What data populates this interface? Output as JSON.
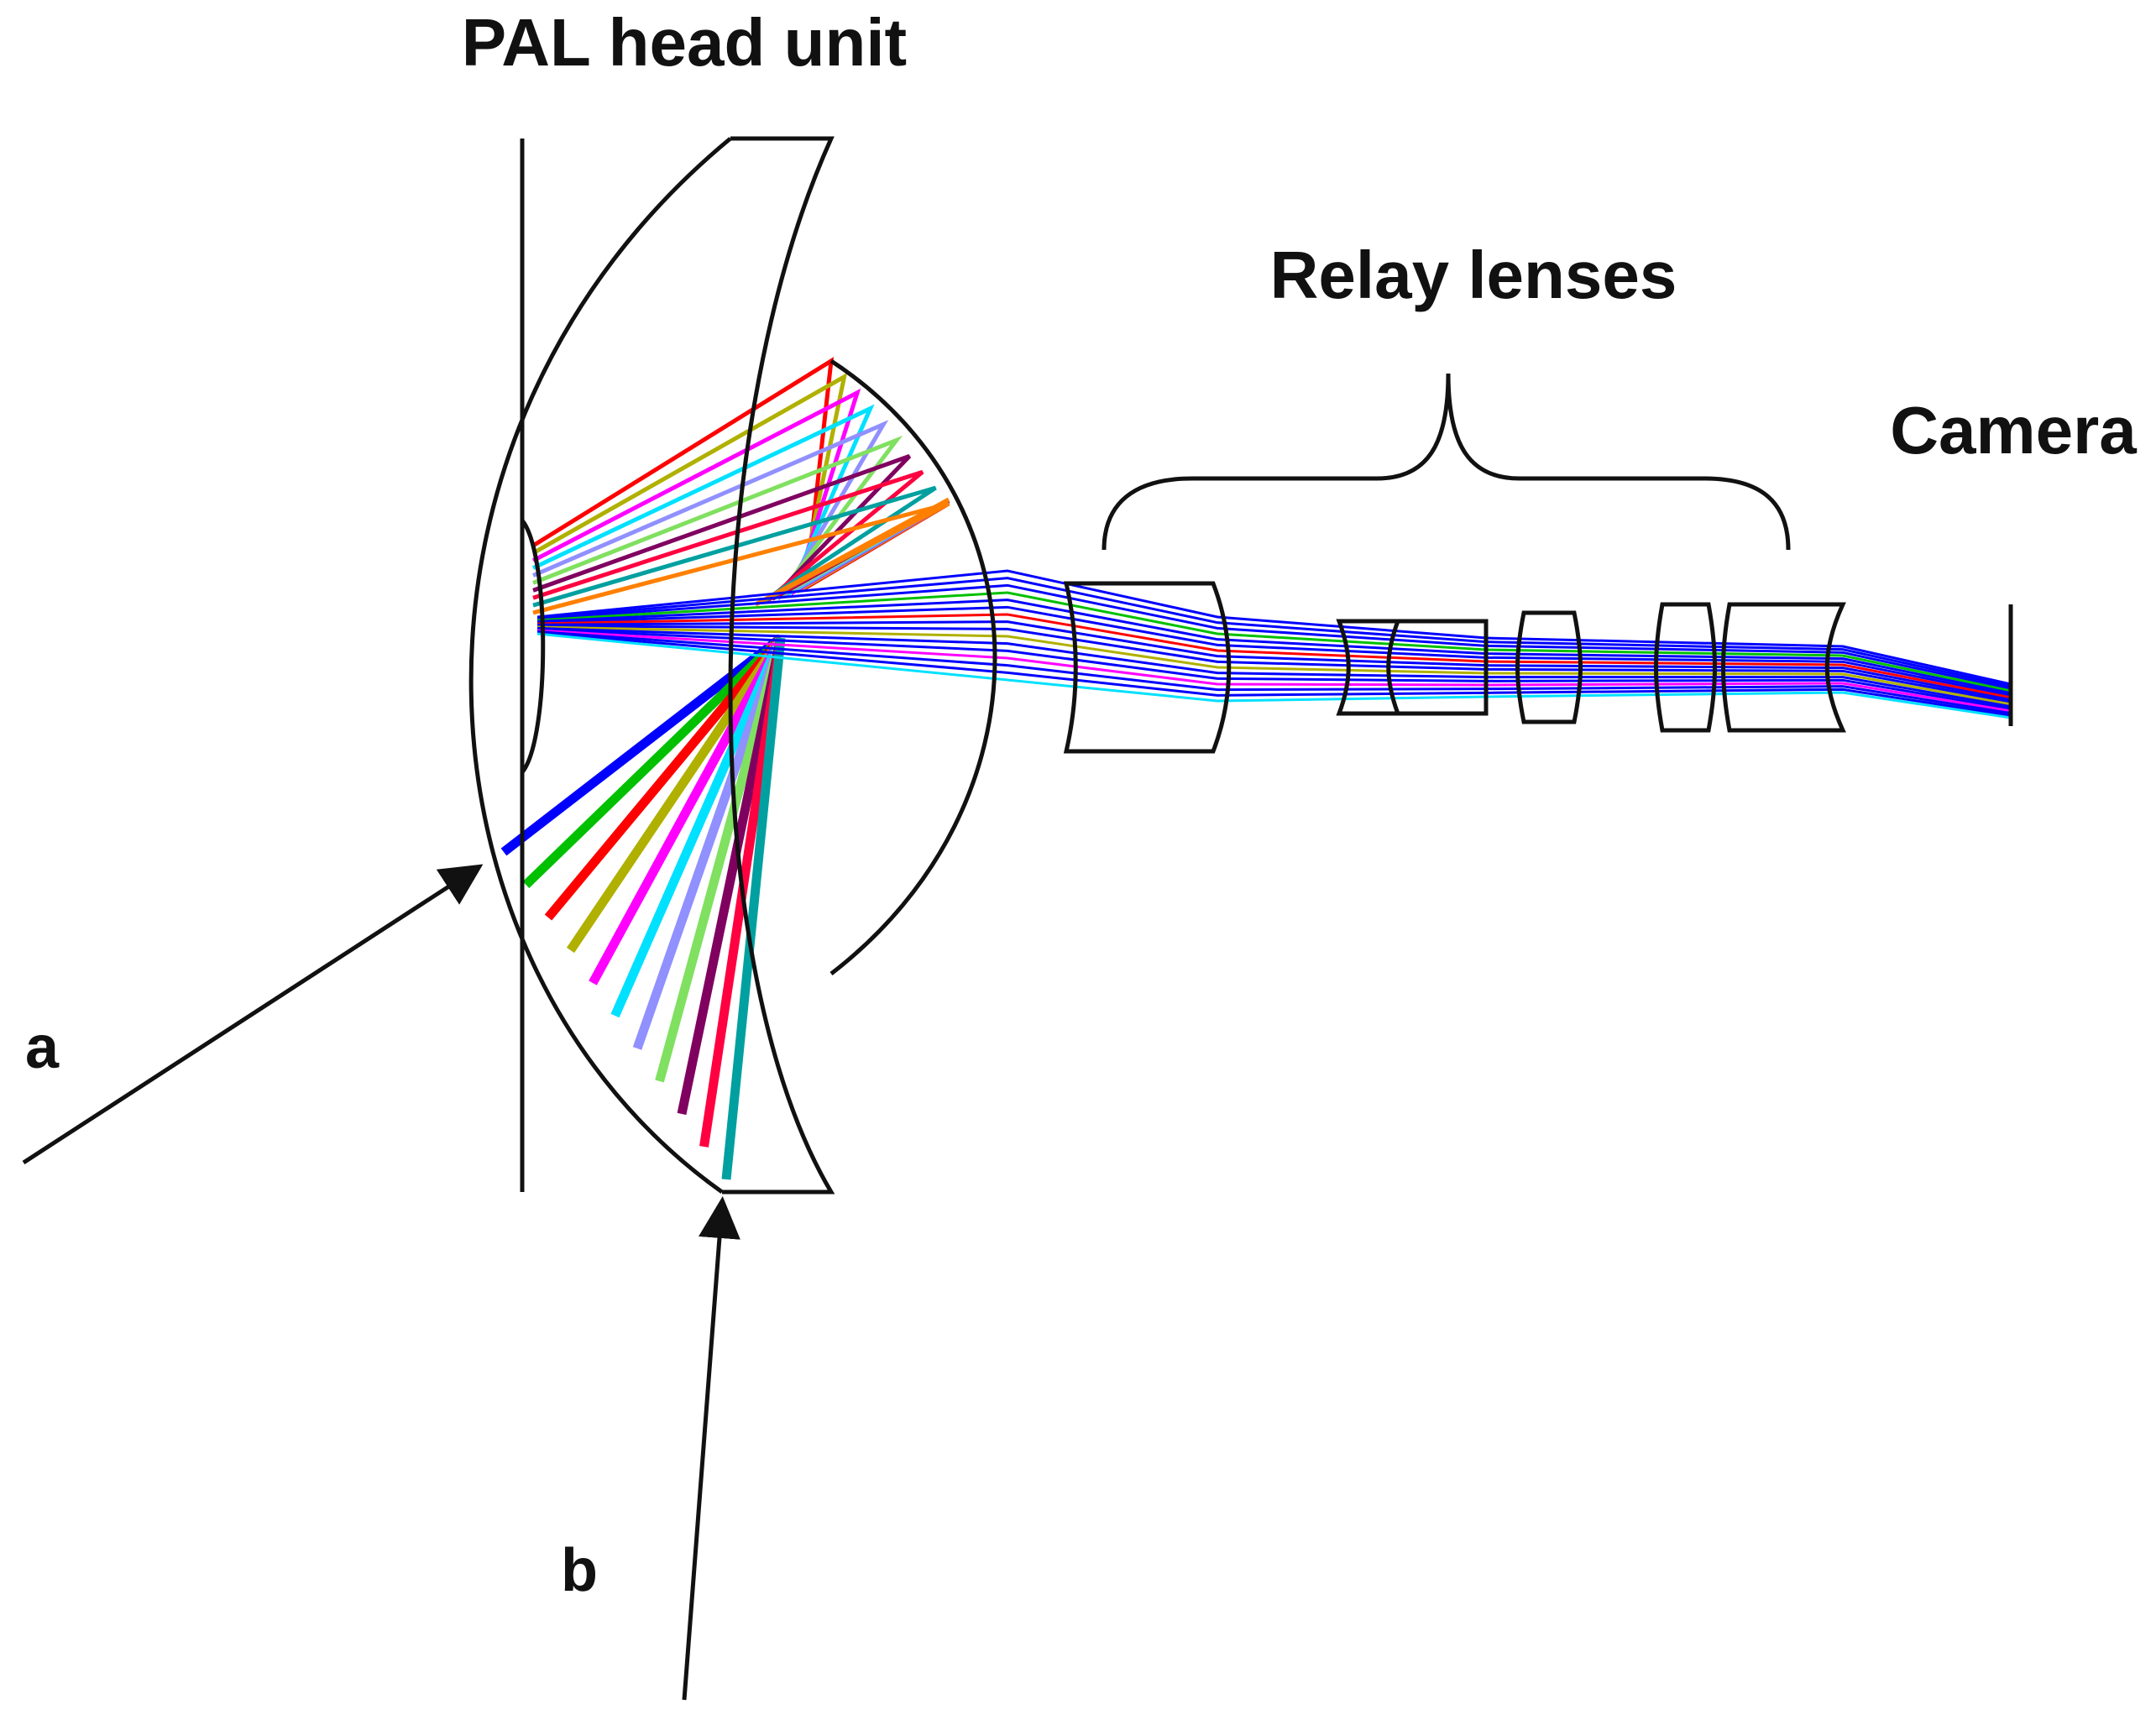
{
  "labels": {
    "head_unit": "PAL head unit",
    "relay": "Relay lenses",
    "camera": "Camera",
    "a": "a",
    "b": "b"
  },
  "colors": {
    "outline": "#111111",
    "background": "#ffffff",
    "ray_palette": [
      "#0000ff",
      "#00c000",
      "#ff0000",
      "#b0b000",
      "#ff00ff",
      "#00e0ff",
      "#9090ff",
      "#80e060",
      "#800060",
      "#ff0040",
      "#00a0a0",
      "#ff8000"
    ]
  },
  "icons": {
    "arrow_a": "arrow-icon",
    "arrow_b": "arrow-icon",
    "brace": "curly-brace-icon"
  }
}
